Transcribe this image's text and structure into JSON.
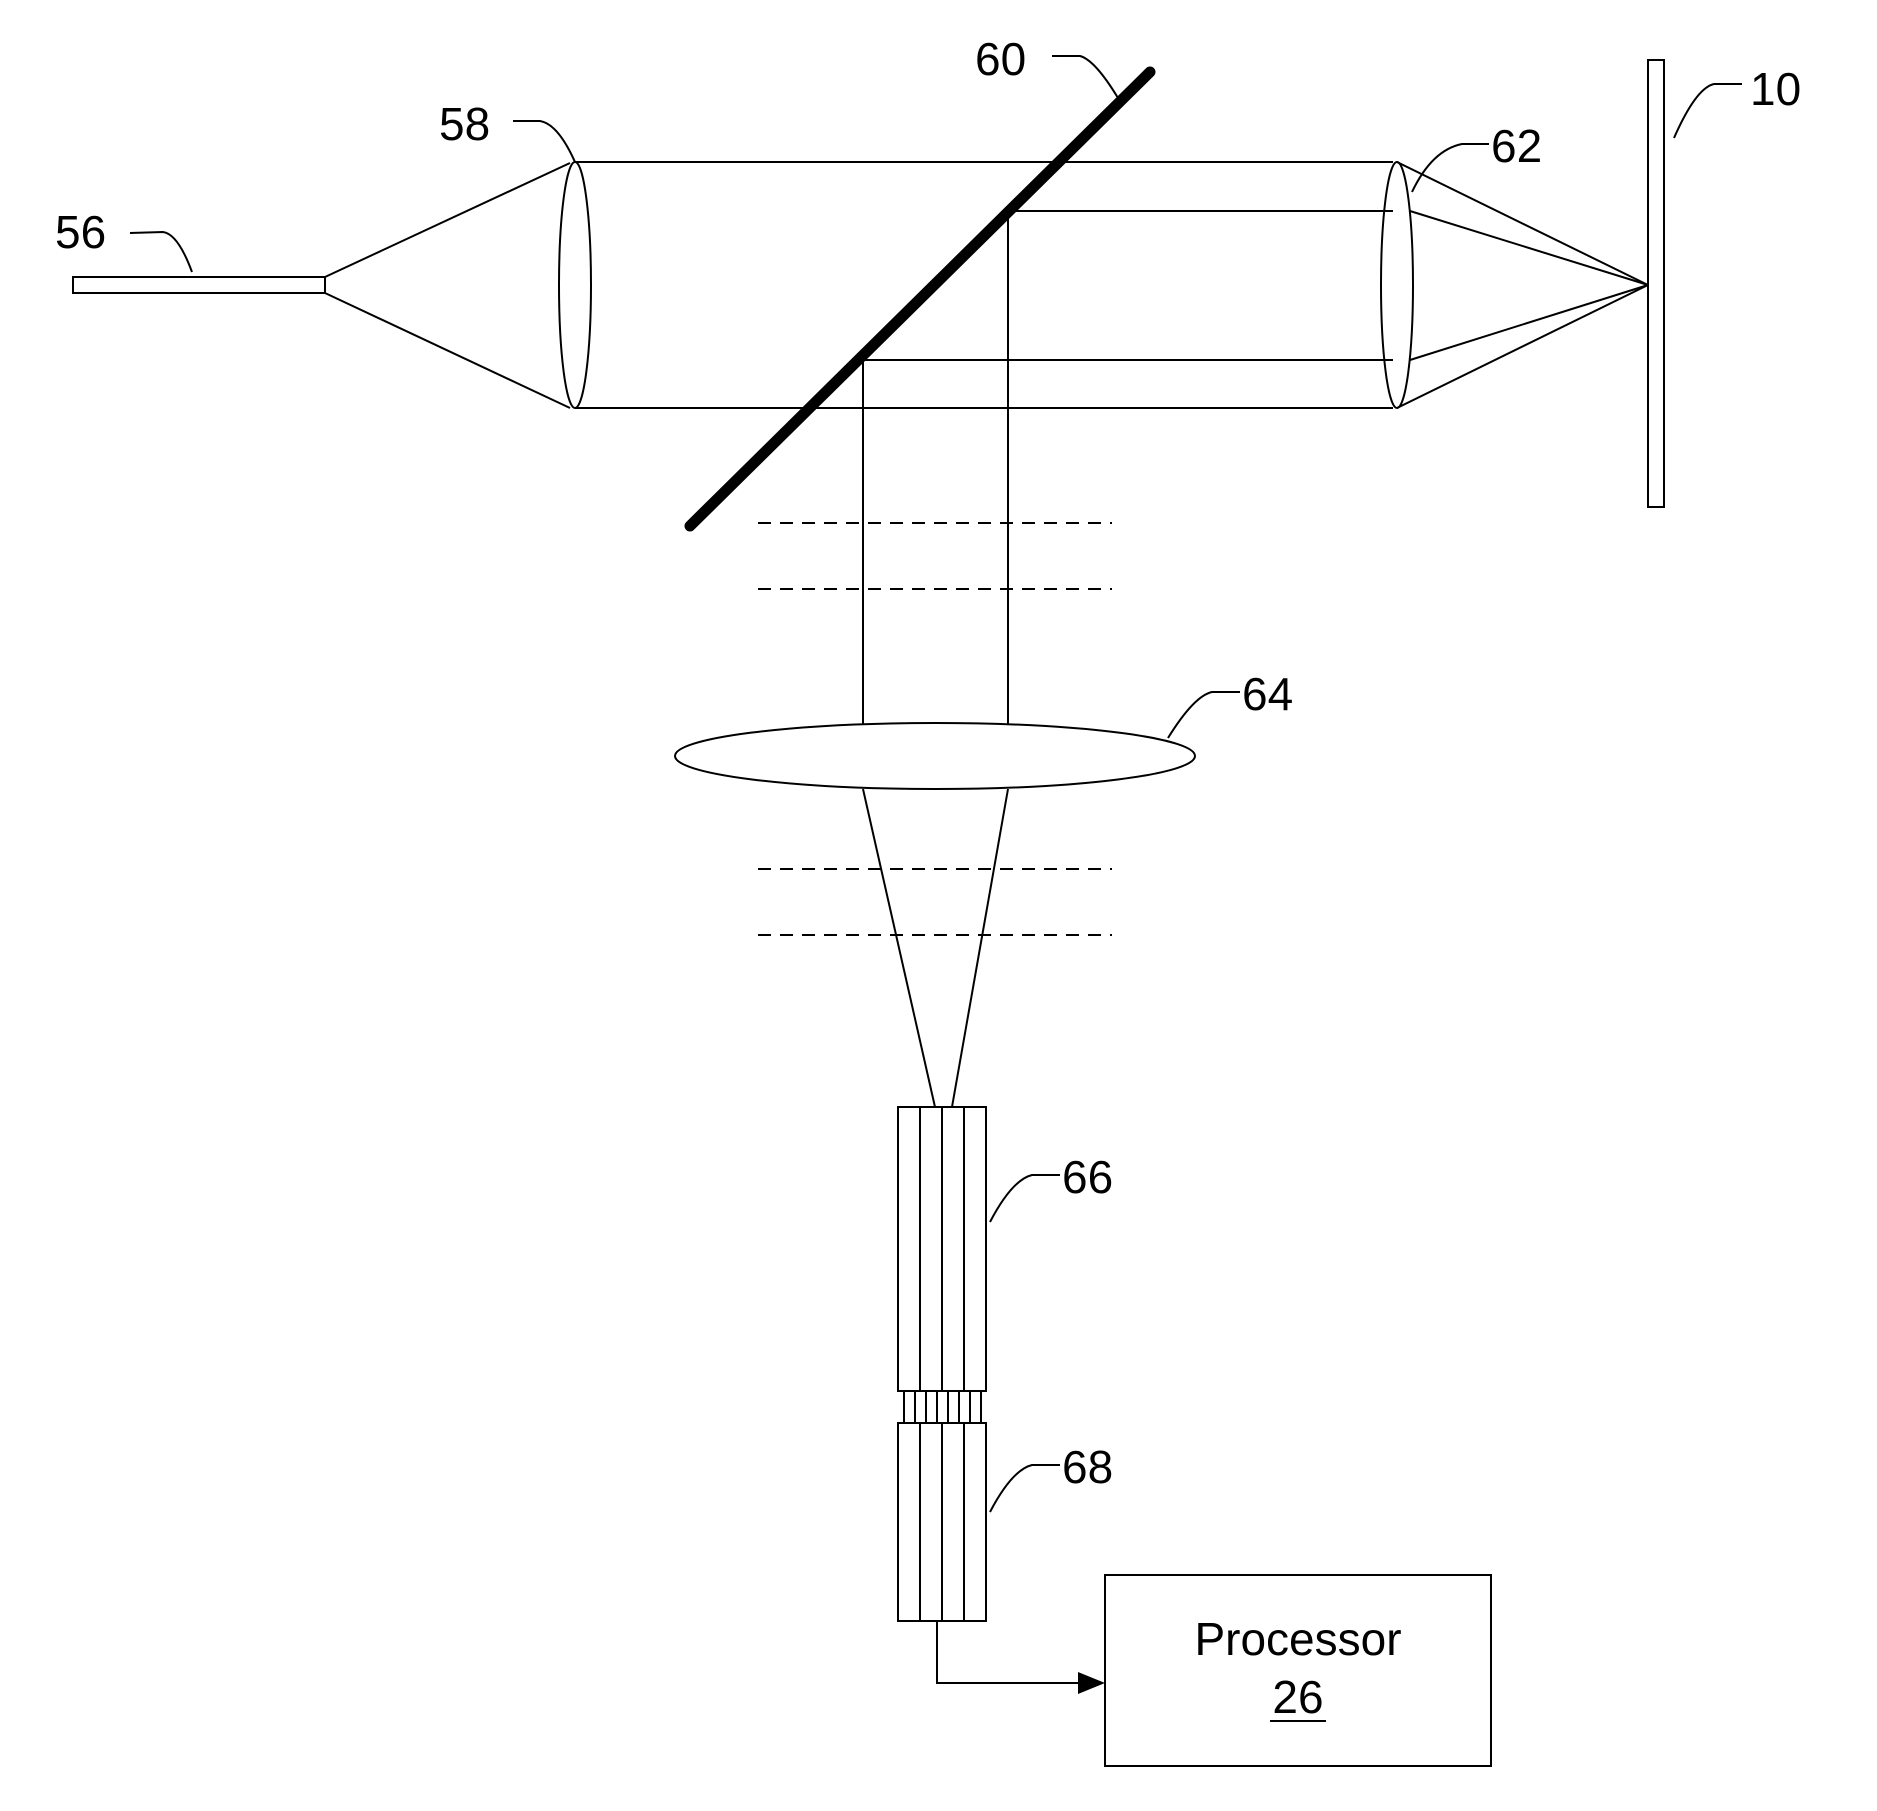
{
  "labels": {
    "fiber": "56",
    "collimating_lens": "58",
    "beam_splitter": "60",
    "objective_lens": "62",
    "sample": "10",
    "imaging_lens": "64",
    "fiber_bundle": "66",
    "detector_array": "68"
  },
  "processor": {
    "label": "Processor",
    "number": "26"
  }
}
